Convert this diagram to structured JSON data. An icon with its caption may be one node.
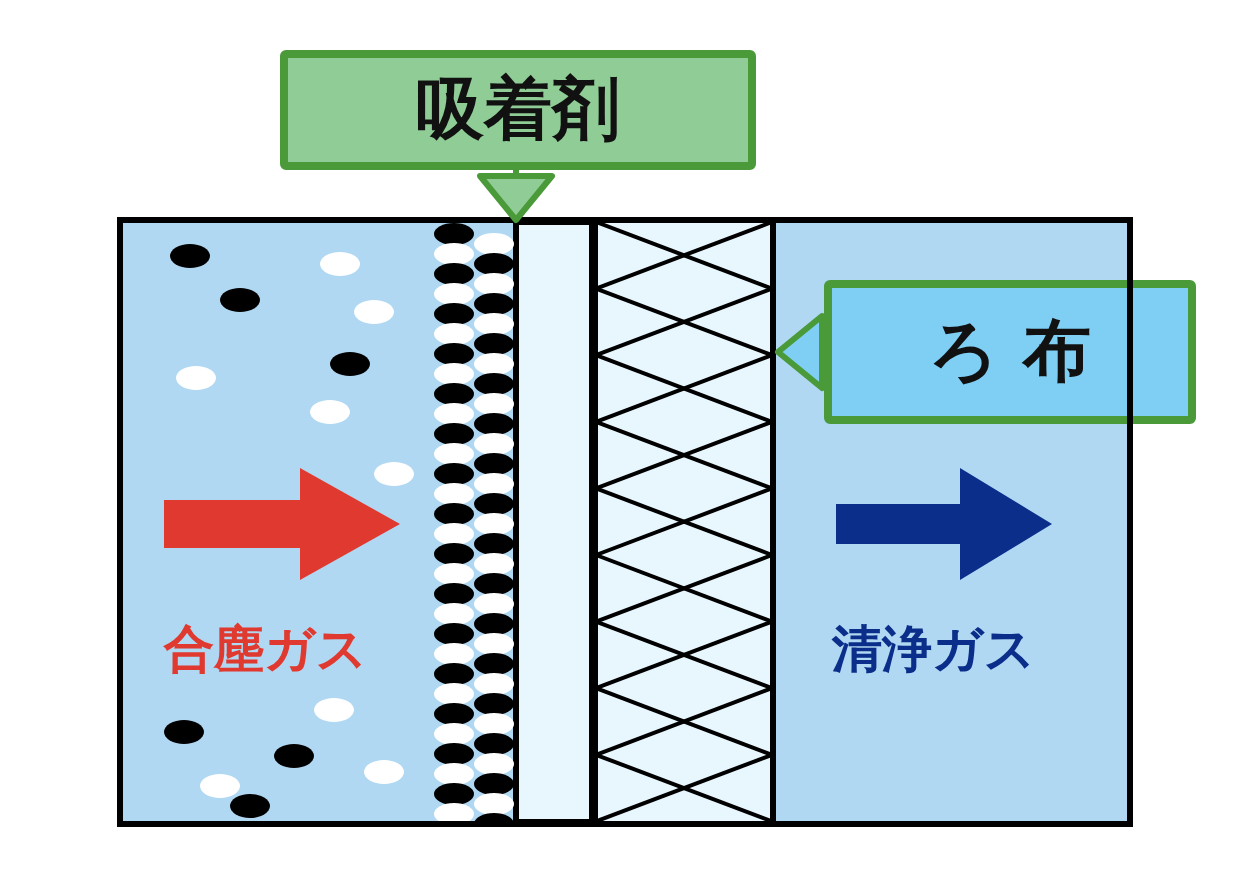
{
  "diagram": {
    "nodes": [
      {
        "text": [
          "吸着剤"
        ]
      },
      {
        "text": [
          "ろ 布"
        ]
      },
      {
        "text": [],
        "shape": "picture"
      },
      {
        "text": [],
        "shape": "picture"
      }
    ],
    "edges": [
      {
        "from": 0,
        "to": 2,
        "arrow": "to"
      },
      {
        "from": 1,
        "to": 3,
        "arrow": "to"
      }
    ],
    "labels": [
      "合塵ガス",
      "清浄ガス"
    ]
  }
}
